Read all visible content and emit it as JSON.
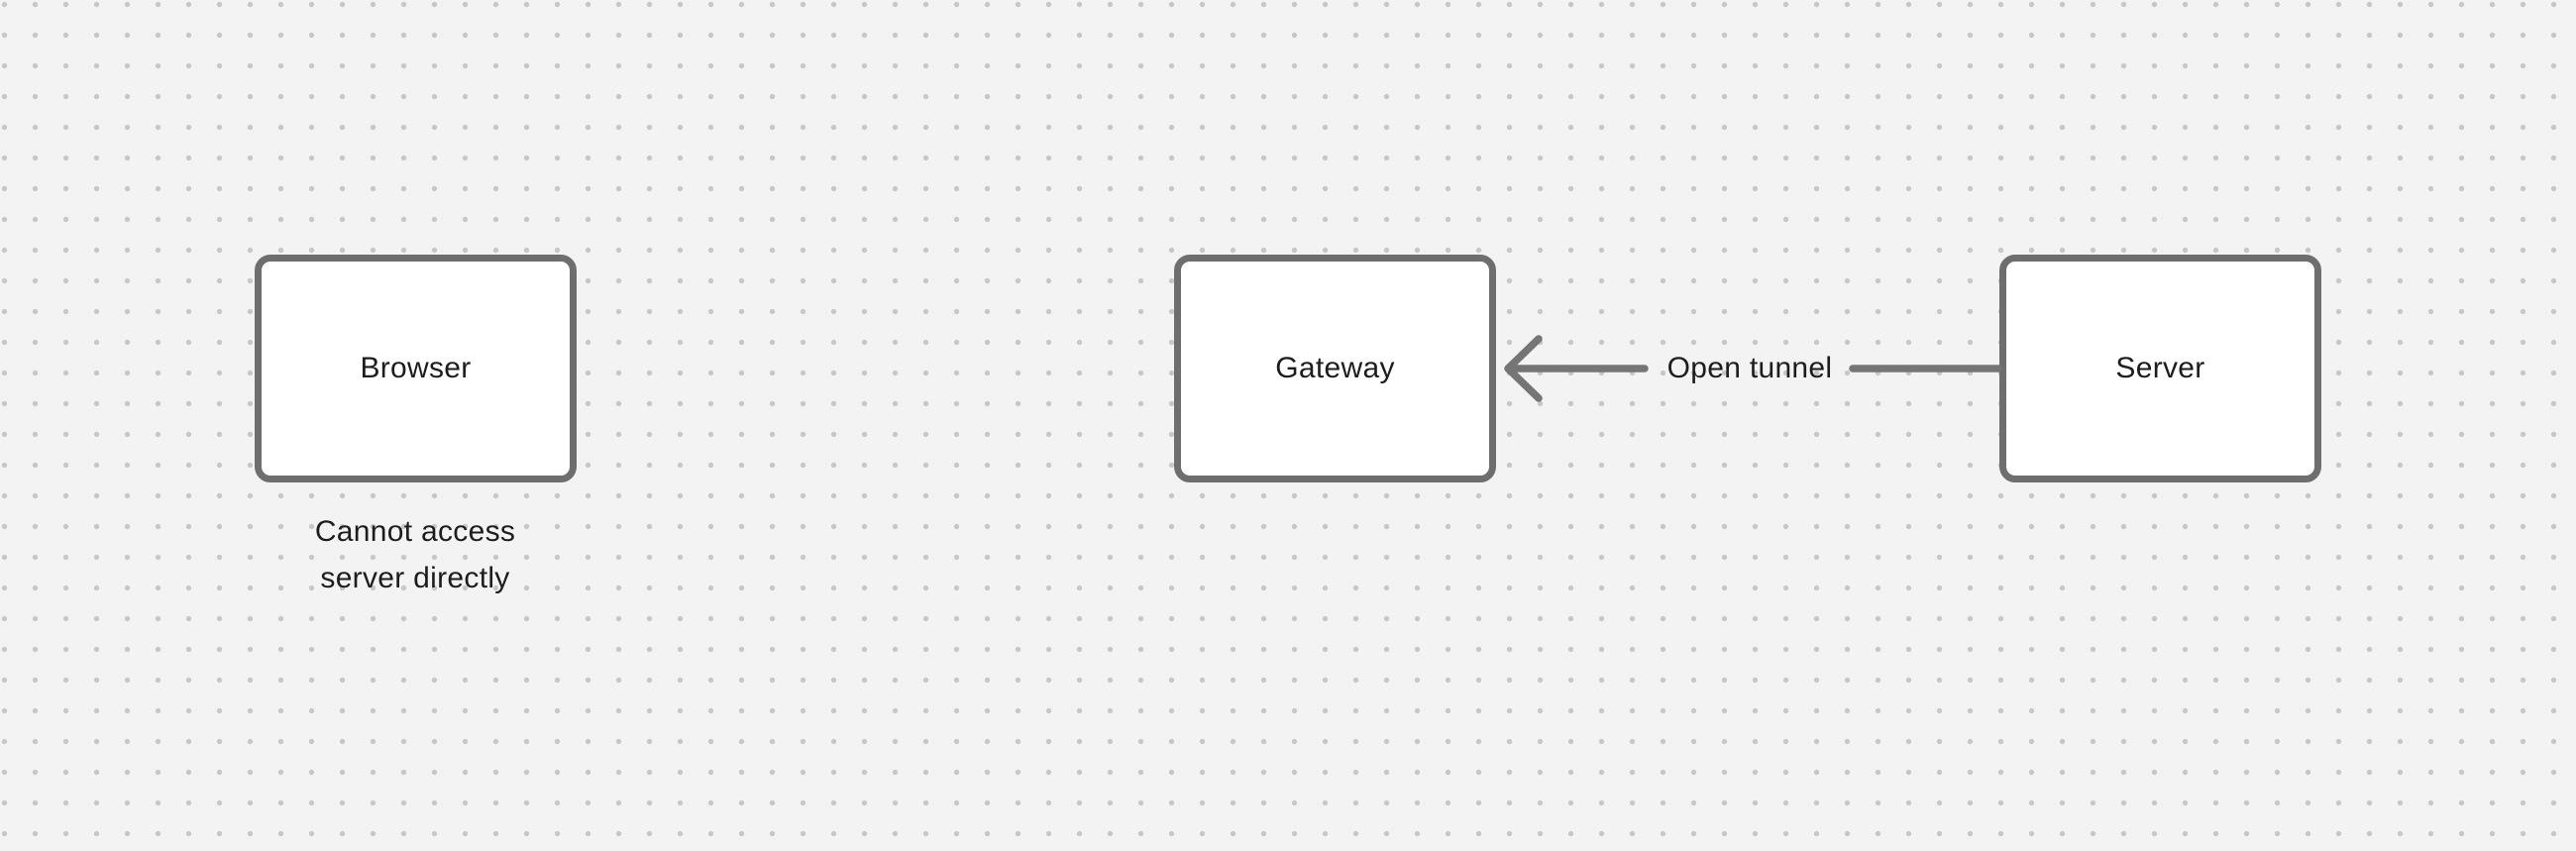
{
  "canvas": {
    "type": "diagram-canvas",
    "background_color": "#f3f3f3",
    "dot_grid_color": "#c7c7c7"
  },
  "colors": {
    "node_border": "#6e6e6e",
    "node_fill": "#ffffff",
    "arrow": "#757575",
    "text": "#1d1d1d"
  },
  "nodes": [
    {
      "id": "browser",
      "label": "Browser"
    },
    {
      "id": "gateway",
      "label": "Gateway"
    },
    {
      "id": "server",
      "label": "Server"
    }
  ],
  "captions": [
    {
      "attached_to": "browser",
      "text": "Cannot access\nserver directly"
    }
  ],
  "edges": [
    {
      "from": "server",
      "to": "gateway",
      "label": "Open tunnel",
      "direction": "right-to-left",
      "style": "solid",
      "arrowhead": "open-chevron"
    }
  ]
}
